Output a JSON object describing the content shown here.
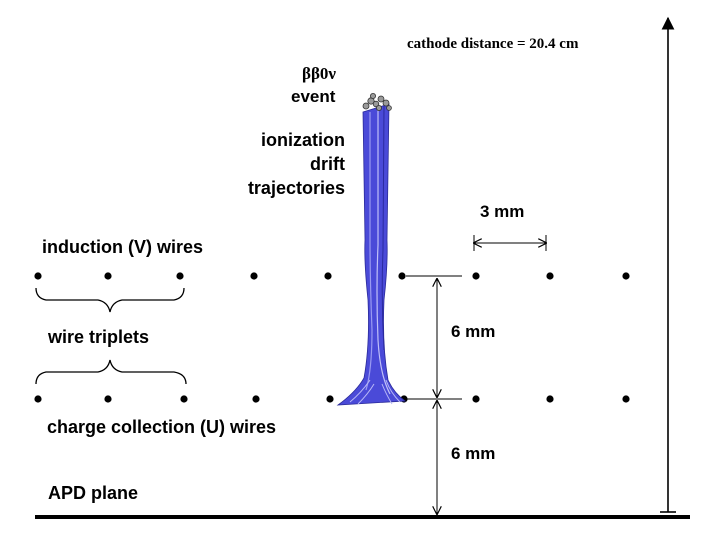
{
  "labels": {
    "cathode_distance": "cathode distance = 20.4 cm",
    "event_symbol": "ββ0ν",
    "event_word": "event",
    "drift_line1": "ionization",
    "drift_line2": "drift",
    "drift_line3": "trajectories",
    "spacing": "3 mm",
    "induction_wires": "induction (V) wires",
    "wire_triplets": "wire triplets",
    "gap_upper": "6 mm",
    "gap_lower": "6 mm",
    "collection_wires": "charge collection (U) wires",
    "apd_plane": "APD plane"
  },
  "colors": {
    "trajectory": "#4a4ad8",
    "trajectory_light": "#8a8aee",
    "ink": "#000000"
  }
}
